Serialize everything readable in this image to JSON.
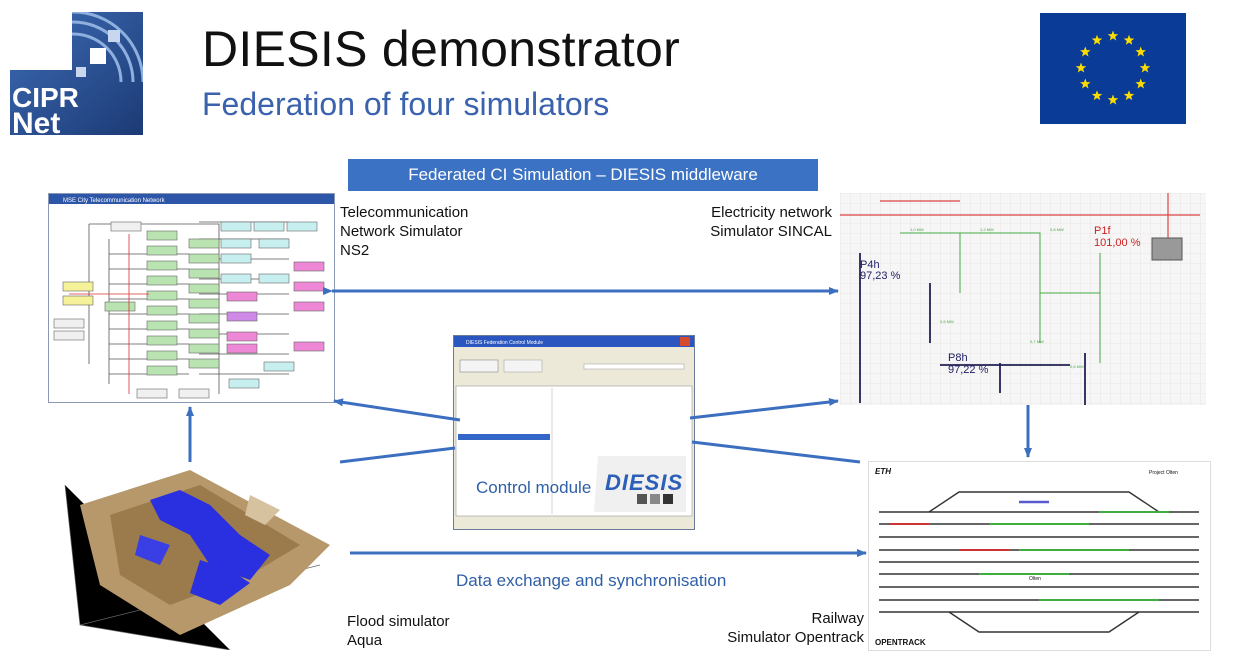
{
  "header": {
    "title": "DIESIS demonstrator",
    "subtitle": "Federation of four simulators",
    "logo_text": [
      "CIPR",
      "Net"
    ]
  },
  "middleware_bar": "Federated CI Simulation – DIESIS middleware",
  "simulators": {
    "telecom": [
      "Telecommunication",
      "Network Simulator",
      "NS2"
    ],
    "electricity": [
      "Electricity network",
      "Simulator SINCAL"
    ],
    "flood": [
      "Flood simulator",
      "Aqua"
    ],
    "railway": [
      "Railway",
      "Simulator Opentrack"
    ]
  },
  "control_module": {
    "label": "Control module",
    "brand": "DIESIS",
    "window_title": "DIESIS Federation Control Module"
  },
  "data_exchange": "Data exchange and synchronisation",
  "telecom_window_title": "MSE City Telecommunication Network",
  "elec_values": {
    "p1f": "P1f",
    "p1f_value": "101,00 %",
    "p4h": "P4h",
    "p4h_value": "97,23 %",
    "p8h": "P8h",
    "p8h_value": "97,22 %"
  },
  "rail_header": {
    "eth": "ETH",
    "project": "Project Olten",
    "brand": "OPENTRACK",
    "station": "Olten"
  },
  "colors": {
    "accent_blue": "#3c72c3",
    "subtitle_blue": "#3a62ad",
    "eu_blue": "#0a3b97",
    "eu_star": "#ffdd00",
    "arrow_blue": "#3c6fc0"
  }
}
